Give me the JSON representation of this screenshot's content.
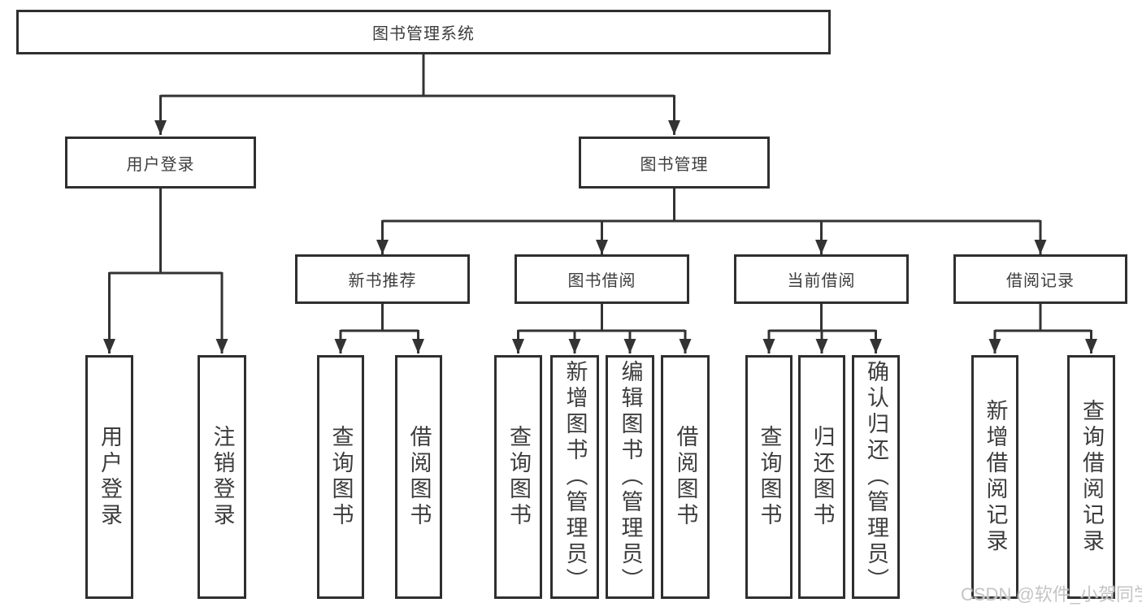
{
  "page": {
    "background": "#ffffff",
    "line_color": "#333333",
    "border_color": "#2f2f2f",
    "text_color": "#3d3d3d"
  },
  "diagram": {
    "type": "hierarchy-tree",
    "root": {
      "label": "图书管理系统"
    },
    "level2": [
      {
        "id": "user-login",
        "label": "用户登录"
      },
      {
        "id": "book-management",
        "label": "图书管理"
      }
    ],
    "user_login_children": [
      {
        "label": "用户登录"
      },
      {
        "label": "注销登录"
      }
    ],
    "book_mgmt_children": [
      {
        "id": "new-book-recommend",
        "label": "新书推荐"
      },
      {
        "id": "book-borrow",
        "label": "图书借阅"
      },
      {
        "id": "current-borrow",
        "label": "当前借阅"
      },
      {
        "id": "borrow-records",
        "label": "借阅记录"
      }
    ],
    "new_book_children": [
      {
        "label": "查询图书"
      },
      {
        "label": "借阅图书"
      }
    ],
    "book_borrow_children": [
      {
        "label": "查询图书"
      },
      {
        "label": "新增图书（管理员）"
      },
      {
        "label": "编辑图书（管理员）"
      },
      {
        "label": "借阅图书"
      }
    ],
    "current_borrow_children": [
      {
        "label": "查询图书"
      },
      {
        "label": "归还图书"
      },
      {
        "label": "确认归还（管理员）"
      }
    ],
    "record_children": [
      {
        "label": "新增借阅记录"
      },
      {
        "label": "查询借阅记录"
      }
    ]
  },
  "watermark": {
    "text": "CSDN @软件_小贺同学",
    "color": "#c4c4c4"
  }
}
